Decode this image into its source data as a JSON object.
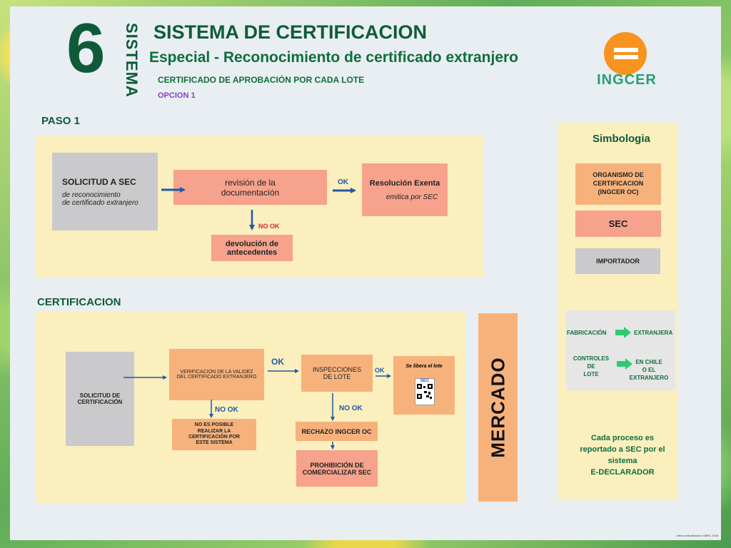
{
  "header": {
    "number": "6",
    "vertical_label": "SISTEMA",
    "title": "SISTEMA DE CERTIFICACION",
    "subtitle": "Especial - Reconocimiento de certificado extranjero",
    "cert_line": "CERTIFICADO DE APROBACIÓN  POR CADA LOTE",
    "option": "OPCION 1",
    "logo_text": "INGCER"
  },
  "paso1": {
    "label": "PASO 1",
    "solicitud": {
      "title": "SOLICITUD A SEC",
      "line1": "de reconocimiento",
      "line2": "de certificado extranjero"
    },
    "revision": {
      "line1": "revisión de la",
      "line2": "documentación"
    },
    "ok_label": "OK",
    "resolucion": {
      "title": "Resolución Exenta",
      "sub": "emitica por SEC"
    },
    "nook_label": "NO OK",
    "devolucion": {
      "line1": "devolución de",
      "line2": "antecedentes"
    }
  },
  "certificacion": {
    "label": "CERTIFICACION",
    "solicitud": {
      "line1": "SOLICITUD DE",
      "line2": "CERTIFICACIÓN"
    },
    "verificacion": {
      "line1": "VERIFICACION DE LA VALIDEZ",
      "line2": "DEL  CERTIFICADO EXTRANJERO"
    },
    "ok_label": "OK",
    "inspecciones": {
      "line1": "INSPECCIONES",
      "line2": "DE LOTE"
    },
    "ok_small_label": "OK",
    "libera": {
      "text": "Se libera el lote",
      "qr_text": "SEC"
    },
    "nook1": "NO OK",
    "no_posible": {
      "line1": "NO ES POSIBLE",
      "line2": "REALIZAR LA",
      "line3": "CERTIFICACIÓN POR",
      "line4": "ESTE SISTEMA"
    },
    "nook2": "NO OK",
    "rechazo": "RECHAZO  INGCER OC",
    "prohibicion": {
      "line1": "PROHIBICIÓN DE",
      "line2": "COMERCIALIZAR SEC"
    }
  },
  "mercado": "MERCADO",
  "simbologia": {
    "title": "Simbologia",
    "organismo": {
      "line1": "ORGANISMO DE",
      "line2": "CERTIFICACION",
      "line3": "(INGCER OC)"
    },
    "sec": "SEC",
    "importador": "IMPORTADOR",
    "fabricacion": "FABRICACIÓN",
    "extranjera": "EXTRANJERA",
    "controles": {
      "line1": "CONTROLES",
      "line2": "DE",
      "line3": "LOTE"
    },
    "en_chile": {
      "line1": "EN CHILE",
      "line2": "O EL",
      "line3": "EXTRANJERO"
    },
    "nota": {
      "line1": "Cada proceso es",
      "line2": "reportado a SEC por el",
      "line3": "sistema",
      "line4": "E-DECLARADOR"
    }
  },
  "footnote": "última actualización: ABRIL 2016",
  "colors": {
    "dark_green": "#0f5b39",
    "panel_yellow": "#faefbd",
    "salmon_sec": "#f6a28c",
    "orange_oc": "#f7b27c",
    "gray_importador": "#cacacc",
    "arrow_blue": "#1f5aa6",
    "nook_red": "#d7263d",
    "arrow_green": "#2ecc71",
    "logo_orange": "#f7931e"
  }
}
